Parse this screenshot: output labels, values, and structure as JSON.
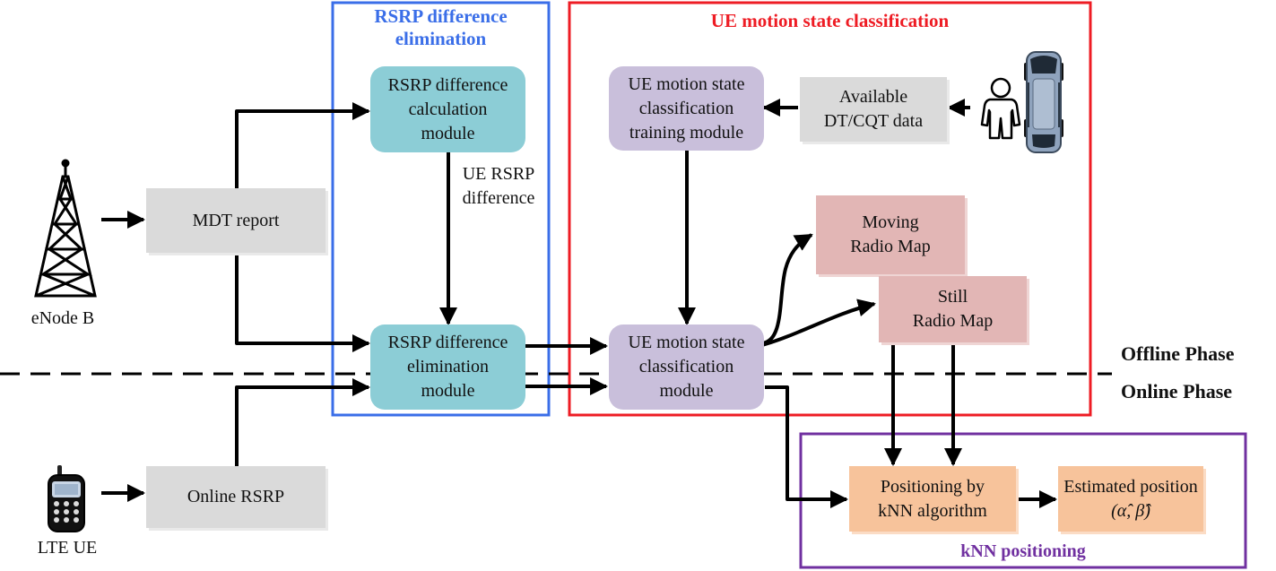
{
  "regions": {
    "rsrp_elim_title": [
      "RSRP difference",
      "elimination"
    ],
    "motion_title": "UE motion state classification",
    "knn_title": "kNN positioning"
  },
  "colors": {
    "rsrp_region": "#3a6ee8",
    "motion_region": "#ee1c24",
    "knn_region": "#7030a0",
    "gray_box": "#dadada",
    "teal_box": "#8ccdd6",
    "lavender_box": "#c9bfdb",
    "pink_box": "#e2b6b5",
    "orange_box": "#f7c39b"
  },
  "phases": {
    "offline": "Offline Phase",
    "online": "Online Phase"
  },
  "nodes": {
    "enodeb": "eNode B",
    "lte_ue": "LTE UE",
    "mdt_report": "MDT report",
    "online_rsrp": "Online RSRP",
    "rsrp_calc": [
      "RSRP difference",
      "calculation",
      "module"
    ],
    "rsrp_elim": [
      "RSRP difference",
      "elimination",
      "module"
    ],
    "ue_rsrp_diff": [
      "UE RSRP",
      "difference"
    ],
    "motion_train": [
      "UE motion state",
      "classification",
      "training module"
    ],
    "dt_cqt": [
      "Available",
      "DT/CQT data"
    ],
    "motion_class": [
      "UE motion state",
      "classification",
      "module"
    ],
    "moving_map": [
      "Moving",
      "Radio Map"
    ],
    "still_map": [
      "Still",
      "Radio Map"
    ],
    "knn_alg": [
      "Positioning by",
      "kNN algorithm"
    ],
    "estimated": [
      "Estimated position",
      "(α̂, β̂)"
    ]
  },
  "icons": {
    "tower": "cell-tower-icon",
    "phone": "mobile-phone-icon",
    "person": "person-icon",
    "car": "car-icon"
  }
}
